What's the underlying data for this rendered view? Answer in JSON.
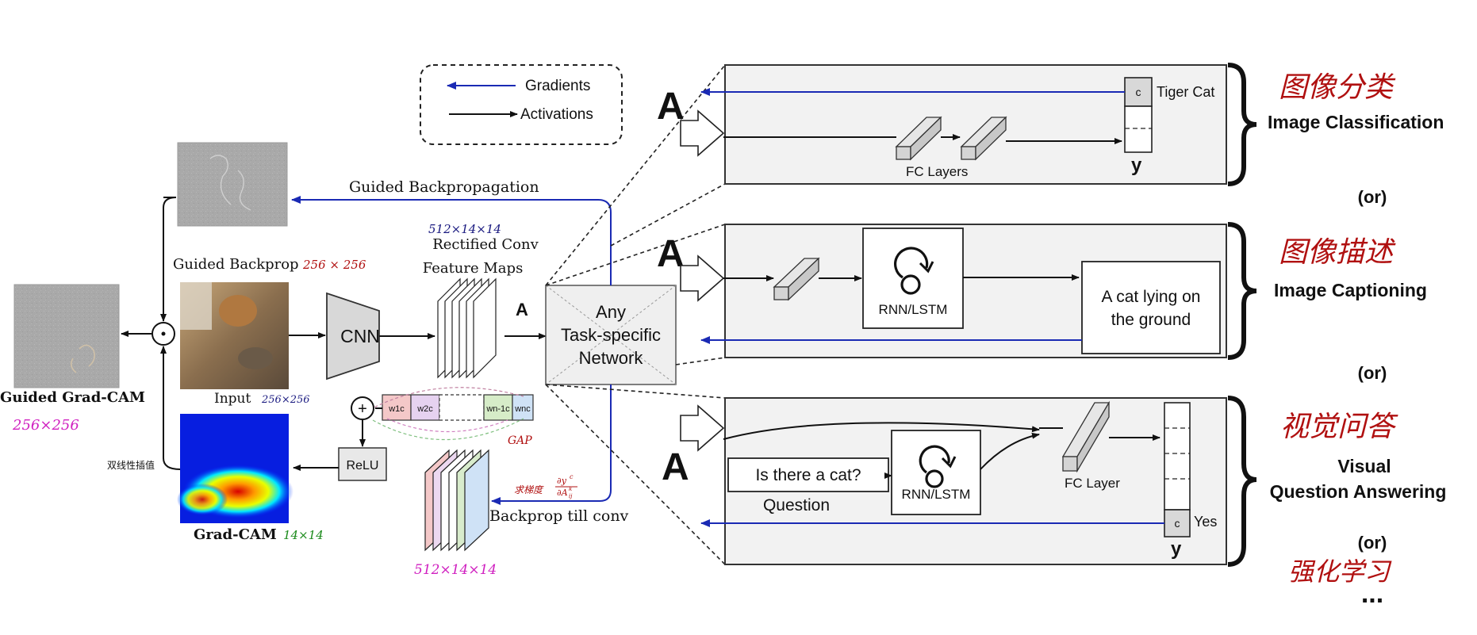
{
  "legend": {
    "gradients": "Gradients",
    "activations": "Activations"
  },
  "colors": {
    "gradient": "#1a2ab4",
    "activation": "#111111",
    "red_note": "#b01010",
    "magenta_note": "#d020c0",
    "green_note": "#1a8a1a",
    "navy_note": "#1a1a80"
  },
  "pipeline": {
    "guided_backprop_path": "Guided Backpropagation",
    "guided_backprop_label": "Guided Backprop",
    "guided_backprop_size": "256 × 256",
    "input_label": "Input",
    "input_size": "256×256",
    "guided_gradcam_label": "Guided Grad-CAM",
    "guided_gradcam_size": "256×256",
    "gradcam_label": "Grad-CAM",
    "gradcam_size": "14×14",
    "bilinear_note": "双线性插值",
    "cnn": "CNN",
    "relu": "ReLU",
    "feature_size_top": "512×14×14",
    "rectified_conv": "Rectified Conv",
    "feature_maps": "Feature Maps",
    "a_label": "A",
    "network_line1": "Any",
    "network_line2": "Task-specific",
    "network_line3": "Network",
    "weights": [
      "w1c",
      "w2c",
      "wn-1c",
      "wnc"
    ],
    "gap_note": "GAP",
    "grad_note": "求梯度",
    "grad_formula_num": "∂y",
    "grad_formula_sup": "c",
    "grad_formula_den": "∂A",
    "grad_formula_sub": "ij",
    "grad_formula_sup2": "k",
    "backprop_till_conv": "Backprop till conv",
    "feature_size_bottom": "512×14×14"
  },
  "tasks": {
    "a_letter": "A",
    "classification": {
      "title": "Image Classification",
      "cn": "图像分类",
      "fc_label": "FC Layers",
      "class_label": "Tiger Cat",
      "c": "c",
      "y": "y"
    },
    "or1": "(or)",
    "captioning": {
      "title": "Image Captioning",
      "cn": "图像描述",
      "rnn": "RNN/LSTM",
      "caption_line1": "A cat lying on",
      "caption_line2": "the ground"
    },
    "or2": "(or)",
    "vqa": {
      "title_line1": "Visual",
      "title_line2": "Question Answering",
      "cn": "视觉问答",
      "question_box": "Is there a cat?",
      "question_label": "Question",
      "rnn": "RNN/LSTM",
      "fc_label": "FC Layer",
      "answer": "Yes",
      "c": "c",
      "y": "y"
    },
    "or3": "(or)",
    "rl_cn": "强化学习",
    "ellipsis": "..."
  }
}
